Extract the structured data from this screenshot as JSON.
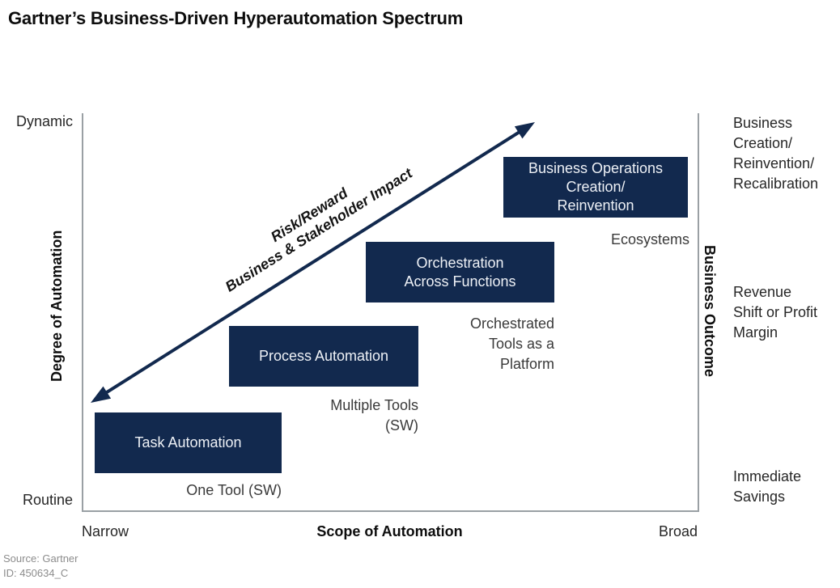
{
  "title": "Gartner’s Business-Driven Hyperautomation Spectrum",
  "colors": {
    "box_fill": "#12294e",
    "box_text": "#eef1f6",
    "arrow": "#12294e",
    "plot_border": "#9aa0a4",
    "source_text": "#8c8c8c"
  },
  "y_axis": {
    "title": "Degree of Automation",
    "top_label": "Dynamic",
    "bottom_label": "Routine"
  },
  "x_axis": {
    "title": "Scope of Automation",
    "left_label": "Narrow",
    "right_label": "Broad"
  },
  "right_axis": {
    "title": "Business Outcome",
    "labels": [
      "Business\nCreation/\nReinvention/\nRecalibration",
      "Revenue\nShift or Profit\nMargin",
      "Immediate\nSavings"
    ]
  },
  "arrow_label": {
    "line1": "Risk/Reward",
    "line2": "Business & Stakeholder Impact"
  },
  "steps": [
    {
      "box": "Task Automation",
      "sublabel": "One Tool (SW)"
    },
    {
      "box": "Process Automation",
      "sublabel": "Multiple Tools\n(SW)"
    },
    {
      "box": "Orchestration\nAcross Functions",
      "sublabel": "Orchestrated\nTools as a\nPlatform"
    },
    {
      "box": "Business Operations\nCreation/\nReinvention",
      "sublabel": "Ecosystems"
    }
  ],
  "footer": {
    "source": "Source: Gartner",
    "id": "ID: 450634_C"
  }
}
